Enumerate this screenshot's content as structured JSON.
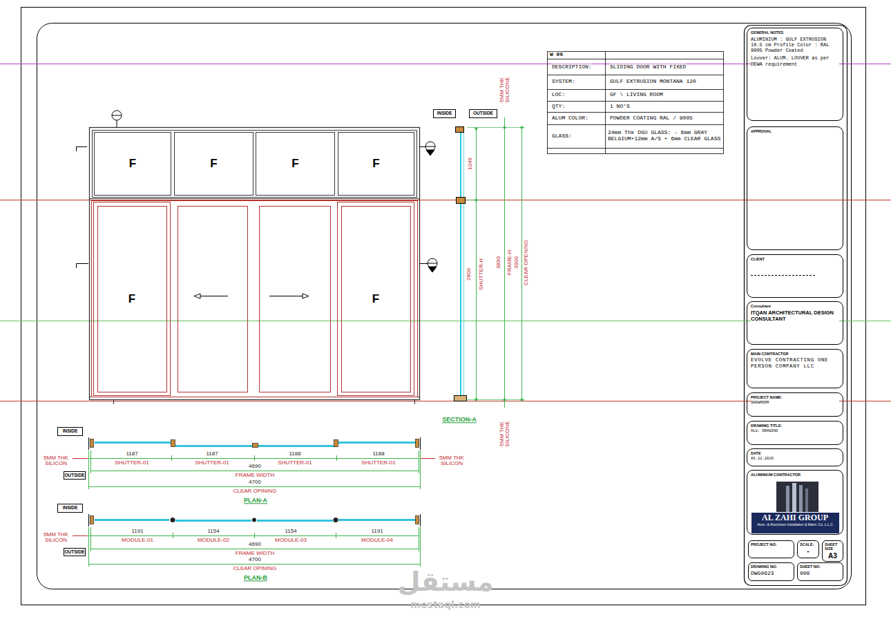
{
  "diagram": {
    "nodes": [
      {
        "text": [
          "F"
        ]
      },
      {
        "text": [
          "F"
        ]
      },
      {
        "text": [
          "F"
        ]
      },
      {
        "text": [
          "F"
        ]
      },
      {
        "text": [
          "F"
        ]
      },
      {
        "text": [
          "F"
        ]
      },
      {
        "text": [
          "INSIDE"
        ]
      },
      {
        "text": [
          "OUTSIDE"
        ]
      },
      {
        "text": [
          "INSIDE"
        ]
      },
      {
        "text": [
          "OUTSIDE"
        ]
      },
      {
        "text": [
          "INSIDE"
        ]
      },
      {
        "text": [
          "OUTSIDE"
        ]
      },
      {
        "text": [
          "GENERAL NOTES",
          "ALUMINIUM : GULF EXTRUSION 10.5 cm Profile Color : RAL 9005 Powder Coated",
          "Louver: ALUM. LOUVER as per DEWA requirement"
        ]
      },
      {
        "text": [
          "APPROVAL"
        ]
      },
      {
        "text": [
          "CLIENT"
        ]
      },
      {
        "text": [
          "Consultant",
          "ITQAN ARCHITECTURAL DESIGN CONSULTANT"
        ]
      },
      {
        "text": [
          "MAIN CONTRACTOR",
          "EVOLVE CONTRACTING ONE PERSON COMPANY LLC"
        ]
      },
      {
        "text": [
          "PROJECT NAME:",
          "SHOWROOM"
        ]
      },
      {
        "text": [
          "DRAWING TITLE:",
          "ALU. DRAWING"
        ]
      },
      {
        "text": [
          "DATE",
          "06.12.2025"
        ]
      },
      {
        "text": [
          "ALUMINIUM CONTRACTOR",
          "AL ZAHI GROUP",
          "Alum. & Aluminium Installation & Maint. Co. L.L.C"
        ]
      },
      {
        "text": [
          "PROJECT NO:"
        ]
      },
      {
        "text": [
          "SCALE:",
          "-"
        ]
      },
      {
        "text": [
          "SHEET SIZE",
          "A3"
        ]
      },
      {
        "text": [
          "DRAWING NO:",
          "DWG0623"
        ]
      },
      {
        "text": [
          "SHEET NO:",
          "009"
        ]
      }
    ],
    "labels": [
      "5MM THK SILICONE",
      "1049",
      "2800",
      "SHUTTER-H",
      "3890",
      "FRAME-H",
      "3900",
      "CLEAR OPENING",
      "5MM THK SILICONE",
      "SECTION-A",
      "5MM THK SILICON",
      "1187",
      "SHUTTER-01",
      "1187",
      "SHUTTER-01",
      "1188",
      "SHUTTER-01",
      "1188",
      "SHUTTER-01",
      "5MM THK SILICON",
      "4690",
      "FRAME WIDTH",
      "4700",
      "CLEAR OPINING",
      "PLAN-A",
      "5MM THK SILICON",
      "1191",
      "MODULE-01",
      "1154",
      "MODULE-02",
      "1154",
      "MODULE-03",
      "1191",
      "MODULE-04",
      "4690",
      "FRAME WIDTH",
      "4700",
      "CLEAR OPINING",
      "PLAN-B",
      "W 06",
      "DESCRIPTION:",
      "SLIDING DOOR WITH FIXED",
      "SYSTEM:",
      "GULF EXTRUSION MONTANA 120",
      "LOC:",
      "GF \\ LIVING ROOM",
      "QTY:",
      "1 NO'S",
      "ALUM COLOR:",
      "POWDER COATING RAL / 9005",
      "GLASS:",
      "24mm Thk DGU GLASS: - 6mm GRAY BELGIUM+12mm A/S + 6mm CLEAR GLASS",
      "مستقل",
      "mostaql.com"
    ]
  }
}
